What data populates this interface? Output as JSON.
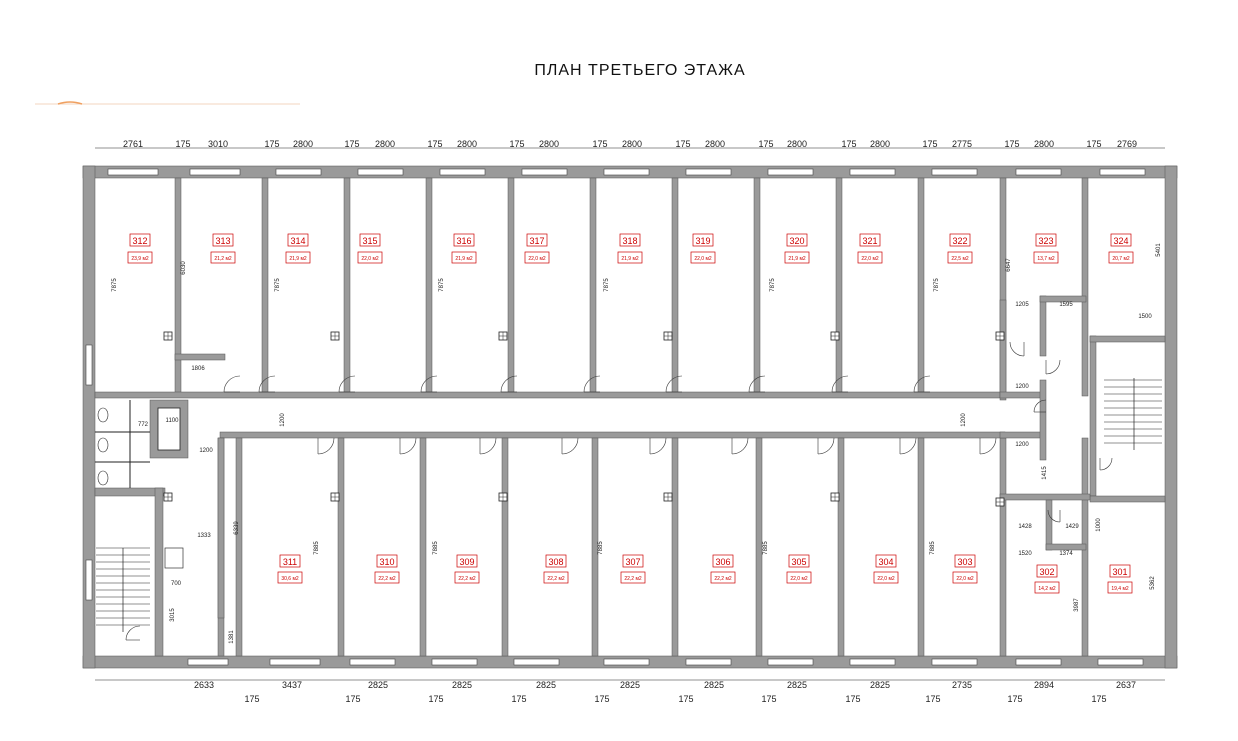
{
  "title": "ПЛАН ТРЕТЬЕГО ЭТАЖА",
  "colors": {
    "wall": "#9a9a9a",
    "label": "#cc0000",
    "line": "#222222"
  },
  "top_rooms": [
    {
      "num": "312",
      "area": "23,9 м2"
    },
    {
      "num": "313",
      "area": "21,2 м2"
    },
    {
      "num": "314",
      "area": "21,9 м2"
    },
    {
      "num": "315",
      "area": "22,0 м2"
    },
    {
      "num": "316",
      "area": "21,9 м2"
    },
    {
      "num": "317",
      "area": "22,0 м2"
    },
    {
      "num": "318",
      "area": "21,9 м2"
    },
    {
      "num": "319",
      "area": "22,0 м2"
    },
    {
      "num": "320",
      "area": "21,9 м2"
    },
    {
      "num": "321",
      "area": "22,0 м2"
    },
    {
      "num": "322",
      "area": "22,5 м2"
    },
    {
      "num": "323",
      "area": "13,7 м2"
    },
    {
      "num": "324",
      "area": "20,7 м2"
    }
  ],
  "bottom_rooms": [
    {
      "num": "311",
      "area": "30,6 м2"
    },
    {
      "num": "310",
      "area": "22,2 м2"
    },
    {
      "num": "309",
      "area": "22,2 м2"
    },
    {
      "num": "308",
      "area": "22,2 м2"
    },
    {
      "num": "307",
      "area": "22,2 м2"
    },
    {
      "num": "306",
      "area": "22,2 м2"
    },
    {
      "num": "305",
      "area": "22,0 м2"
    },
    {
      "num": "304",
      "area": "22,0 м2"
    },
    {
      "num": "303",
      "area": "22,0 м2"
    },
    {
      "num": "302",
      "area": "14,2 м2"
    },
    {
      "num": "301",
      "area": "19,4 м2"
    }
  ],
  "top_dims": [
    "2761",
    "175",
    "3010",
    "175",
    "2800",
    "175",
    "2800",
    "175",
    "2800",
    "175",
    "2800",
    "175",
    "2800",
    "175",
    "2800",
    "175",
    "2800",
    "175",
    "2800",
    "175",
    "2775",
    "175",
    "2800",
    "175",
    "2769"
  ],
  "bottom_dims": [
    "2633",
    "3437",
    "2825",
    "2825",
    "2825",
    "2825",
    "2825",
    "2825",
    "2825",
    "2735",
    "2894",
    "2637"
  ],
  "bottom_small_dims": [
    "175",
    "175",
    "175",
    "175",
    "175",
    "175",
    "175",
    "175",
    "175",
    "175",
    "175",
    "175"
  ],
  "inner_dims": {
    "room_depth": "7875",
    "room_depth_313": "6030",
    "room_depth_323": "6647",
    "room_depth_324": "5401",
    "corridor": "1200",
    "bottom_depth": "7885",
    "room311_depth": "6339",
    "d1806": "1806",
    "d1205": "1205",
    "d1595": "1595",
    "d1500": "1500",
    "d1428": "1428",
    "d1429": "1429",
    "d1520": "1520",
    "d1374": "1374",
    "d3987": "3987",
    "d5362": "5362",
    "d1333": "1333",
    "d1000": "1000",
    "d700": "700",
    "d3015": "3015",
    "d1381": "1381",
    "d1100": "1100",
    "d772": "772",
    "d1415": "1415"
  }
}
